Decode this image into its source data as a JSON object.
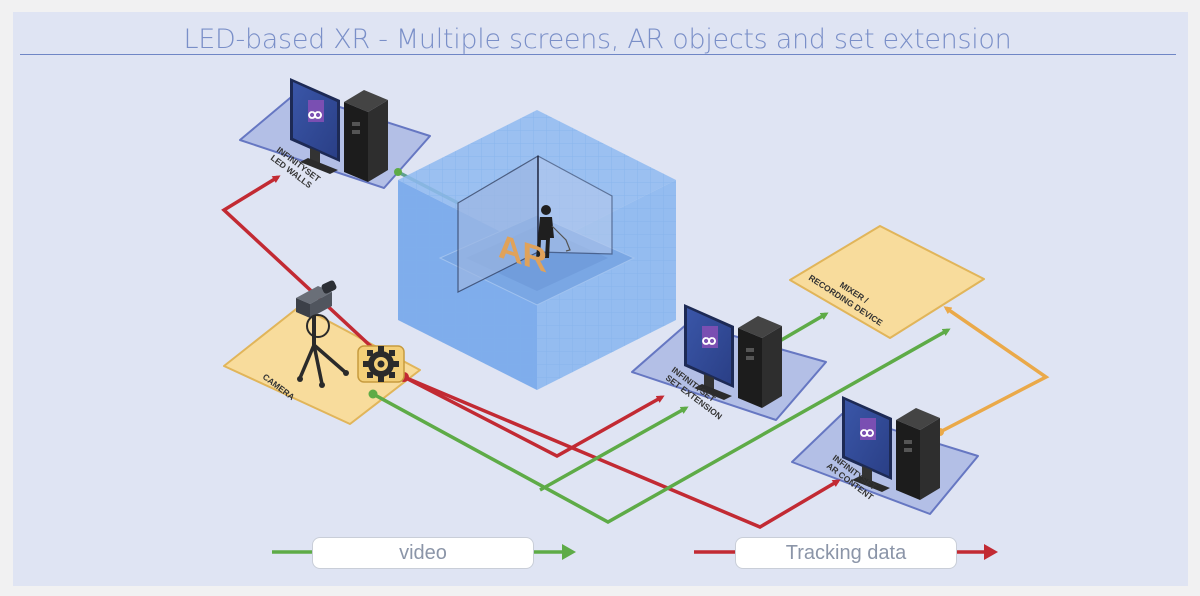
{
  "title": "LED-based XR - Multiple screens, AR objects and set extension",
  "nodes": {
    "led_walls": {
      "line1": "INFINITYSET",
      "line2": "LED WALLS"
    },
    "set_extension": {
      "line1": "INFINITYSET",
      "line2": "SET EXTENSION"
    },
    "ar_content": {
      "line1": "INFINITYSET",
      "line2": "AR CONTENT"
    },
    "mixer": {
      "line1": "MIXER /",
      "line2": "RECORDING DEVICE"
    },
    "camera": {
      "label": "CAMERA"
    },
    "ar_text": "AR"
  },
  "legend": {
    "video": {
      "label": "video",
      "color": "#5eab47"
    },
    "tracking": {
      "label": "Tracking data",
      "color": "#c22a33"
    }
  },
  "colors": {
    "video": "#5eab47",
    "tracking": "#c22a33",
    "output": "#eaa949",
    "led_cyan": "#5fa08f",
    "node_fill": "#b3bfe6",
    "node_stroke": "#6677c2",
    "yellow_fill": "#f8dc9c",
    "yellow_stroke": "#e1b55a"
  },
  "icons": [
    "monitor-icon",
    "computer-tower-icon",
    "infinityset-logo-icon",
    "camera-icon",
    "tripod-icon",
    "tracking-gear-icon",
    "person-icon"
  ]
}
